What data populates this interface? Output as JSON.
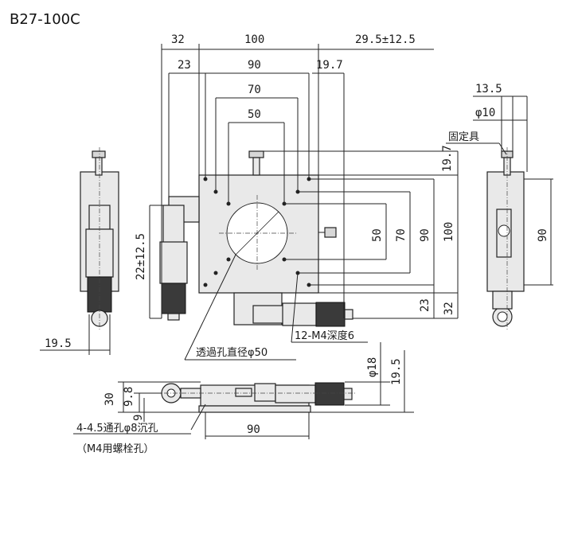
{
  "model": "B27-100C",
  "top_dims": {
    "d32": "32",
    "d100": "100",
    "d29_5": "29.5±12.5",
    "d23": "23",
    "d90": "90",
    "d19_7": "19.7",
    "d70": "70",
    "d50": "50"
  },
  "right_dims": {
    "d19_7v": "19.7",
    "d50v": "50",
    "d70v": "70",
    "d90v": "90",
    "d100v": "100",
    "d23v": "23",
    "d32v": "32"
  },
  "left_dims": {
    "d22": "22±12.5",
    "d19_5h": "19.5"
  },
  "side_view": {
    "d13_5": "13.5",
    "phi10": "φ10",
    "clamp_label": "固定具",
    "d90s": "90"
  },
  "notes": {
    "through_hole": "透過孔直径φ50",
    "tapped_holes": "12-M4深度6",
    "mount_holes": "4-4.5通孔φ8沉孔",
    "mount_holes_sub": "（M4用螺栓孔）"
  },
  "bottom_dims": {
    "phi18": "φ18",
    "d19_5v": "19.5",
    "d30": "30",
    "d9_8": "9.8",
    "d9": "9",
    "d90b": "90"
  }
}
